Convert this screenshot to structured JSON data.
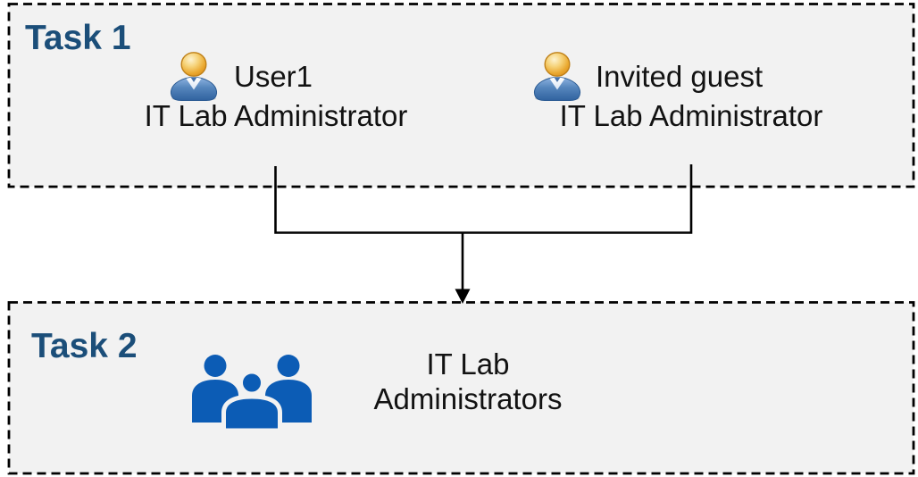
{
  "diagram": {
    "task1": {
      "label": "Task 1",
      "members": [
        {
          "icon": "person-icon",
          "name": "User1",
          "role": "IT Lab Administrator"
        },
        {
          "icon": "person-icon",
          "name": "Invited guest",
          "role": "IT Lab Administrator"
        }
      ]
    },
    "connector": {
      "shape": "merge-arrow",
      "description": "two lines from Task 1 members merge and point down into Task 2 group"
    },
    "task2": {
      "label": "Task 2",
      "group": {
        "icon": "people-group-icon",
        "name_line1": "IT Lab",
        "name_line2": "Administrators"
      }
    }
  },
  "colors": {
    "box_fill": "#f2f2f2",
    "box_border": "#000000",
    "task_label_blue": "#1b4e79",
    "body_text": "#121212",
    "group_icon_blue": "#0c5cb5",
    "connector_line": "#000000"
  }
}
